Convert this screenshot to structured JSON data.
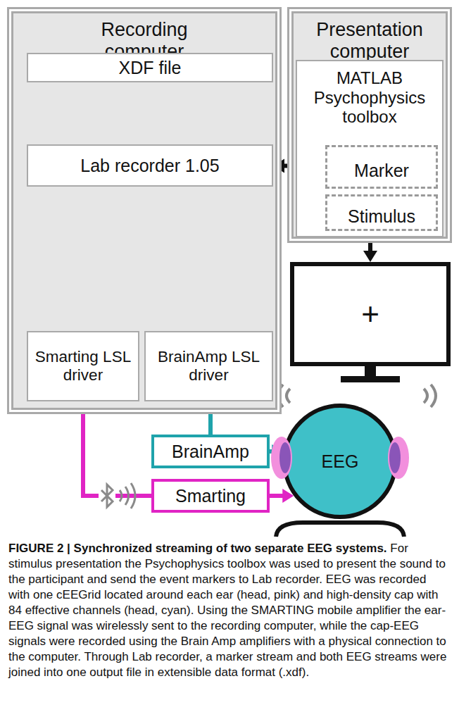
{
  "diagram": {
    "caption": "FIGURE 2 | Synchronized streaming of two separate EEG systems. For stimulus presentation the Psychophysics toolbox was used to present the sound to the participant and send the event markers to Lab recorder. EEG was recorded with one cEEGrid located around each ear (head, pink) and high-density cap with 84 effective channels (head, cyan). Using the SMARTING mobile amplifier the ear-EEG signal was wirelessly sent to the recording computer, while the cap-EEG signals were recorded using the Brain Amp amplifiers with a physical connection to the computer. Through Lab recorder, a marker stream and both EEG streams were joined into one output file in extensible data format (.xdf).",
    "nodes": [
      {
        "text": [
          "Recording computer"
        ]
      },
      {
        "text": [
          "XDF file"
        ],
        "in": 0
      },
      {
        "text": [
          "Lab recorder 1.05"
        ],
        "in": 0
      },
      {
        "text": [
          "Smarting LSL driver"
        ],
        "in": 0
      },
      {
        "text": [
          "BrainAmp LSL driver"
        ],
        "in": 0
      },
      {
        "text": [
          "Presentation computer"
        ]
      },
      {
        "text": [
          "MATLAB Psychophysics toolbox"
        ],
        "in": 5
      },
      {
        "text": [
          "Marker"
        ],
        "in": 6
      },
      {
        "text": [
          "Stimulus"
        ],
        "in": 6
      },
      {
        "text": [
          "+"
        ]
      },
      {
        "text": [
          "EEG"
        ]
      },
      {
        "text": [
          "BrainAmp"
        ]
      },
      {
        "text": [
          "Smarting"
        ]
      }
    ],
    "edges": [
      {
        "from": 2,
        "to": 1,
        "arrow": "to"
      },
      {
        "from": 7,
        "to": 2,
        "arrow": "to"
      },
      {
        "from": 3,
        "to": 2,
        "arrow": "to"
      },
      {
        "from": 4,
        "to": 2,
        "arrow": "to"
      },
      {
        "from": 11,
        "to": 4,
        "arrow": "to"
      },
      {
        "from": 12,
        "to": 3,
        "arrow": "to"
      },
      {
        "from": 8,
        "to": 9,
        "arrow": "to"
      },
      {
        "from": 11,
        "to": 10,
        "arrow": "to"
      },
      {
        "from": 12,
        "to": 10,
        "arrow": "to"
      }
    ]
  }
}
